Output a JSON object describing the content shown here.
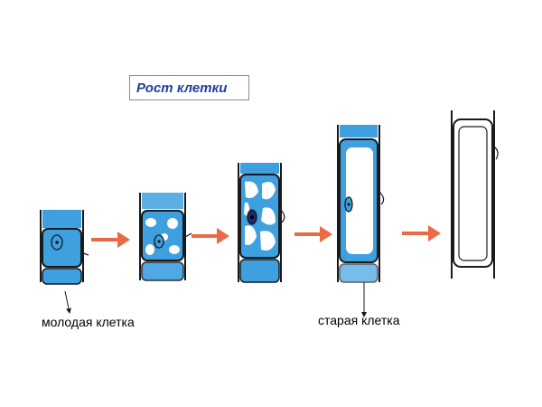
{
  "title": "Рост клетки",
  "labels": {
    "young_cell": "молодая клетка",
    "old_cell": "старая клетка"
  },
  "colors": {
    "cytoplasm": "#3fa0e0",
    "vacuole": "#ffffff",
    "arrow": "#ea6a45",
    "outline": "#1a1a1a",
    "title_text": "#1f3f9a"
  },
  "stages": [
    {
      "name": "young-cell"
    },
    {
      "name": "cell-stage-2-small-vacuoles"
    },
    {
      "name": "cell-stage-3-vacuoles-merging"
    },
    {
      "name": "cell-stage-4-large-vacuole"
    },
    {
      "name": "old-cell"
    }
  ]
}
